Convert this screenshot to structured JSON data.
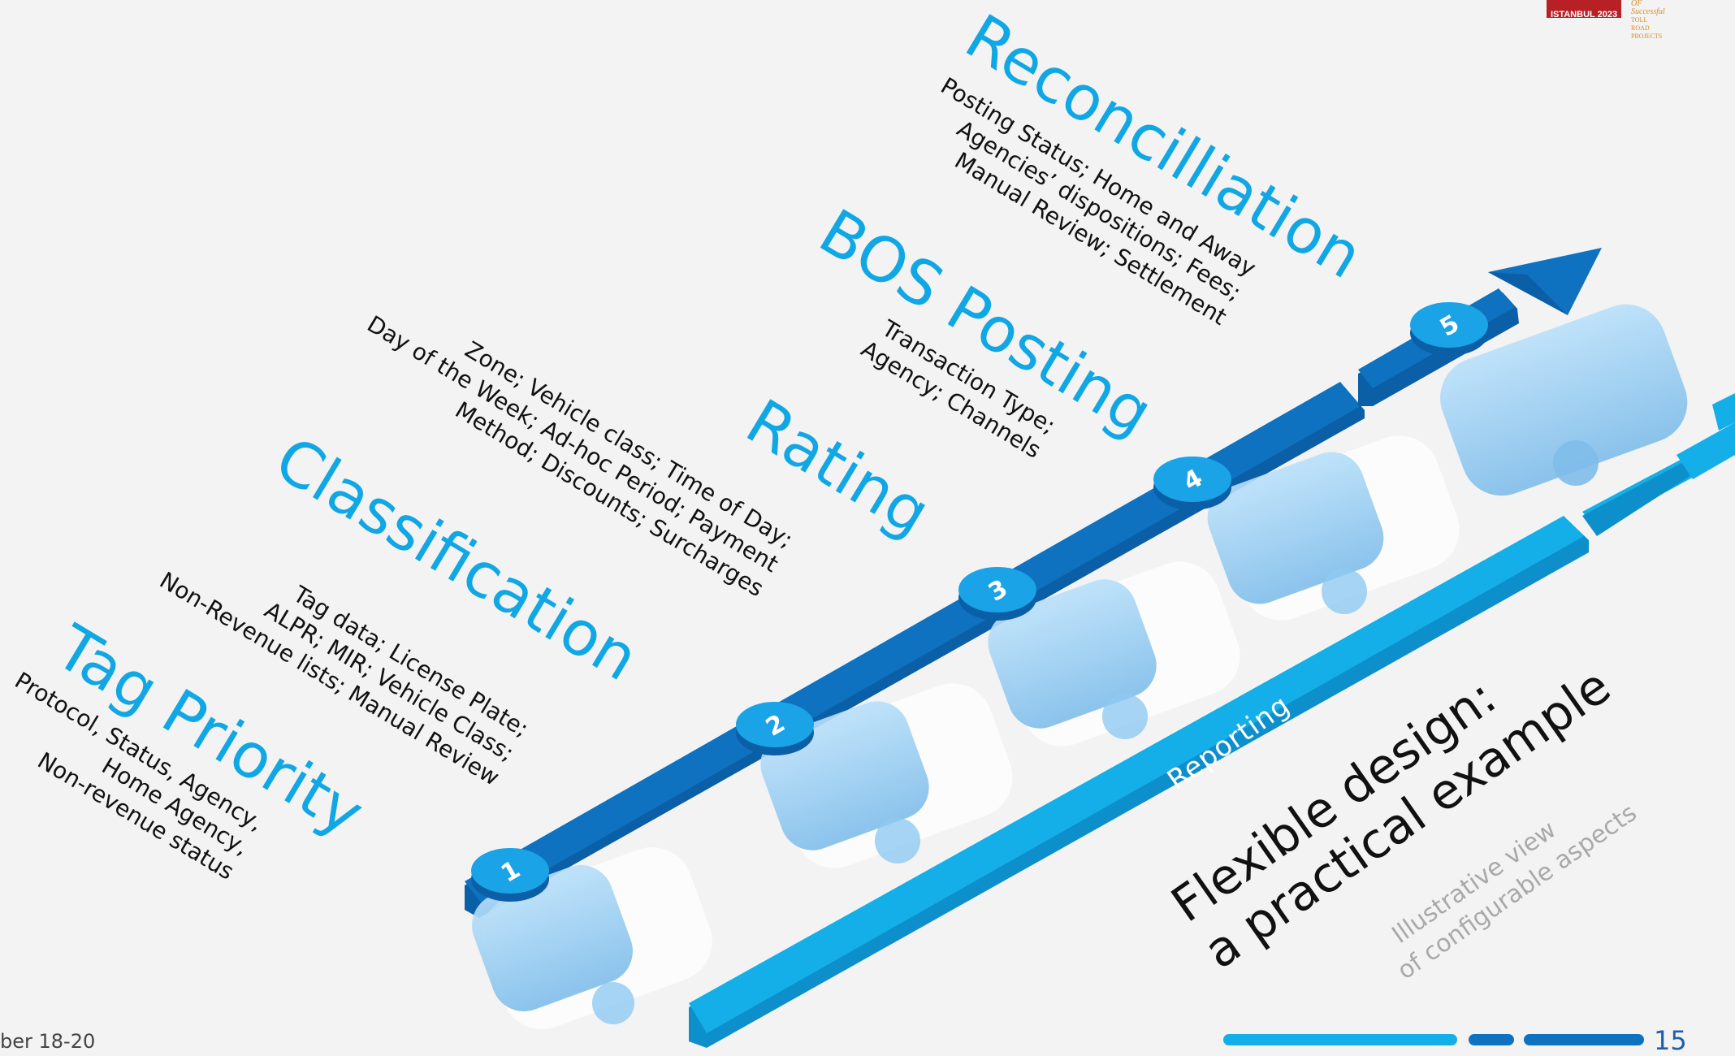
{
  "slide": {
    "footer_date": "ber 18-20",
    "page_number": "15",
    "logo": {
      "city": "ISTANBUL 2023",
      "tagline1": "OF Successful",
      "tagline2": "TOLL ROAD PROJECTS"
    }
  },
  "title": {
    "line1": "Flexible design:",
    "line2": "a practical example"
  },
  "subtitle": {
    "line1": "Illustrative view",
    "line2": "of configurable aspects"
  },
  "reporting_label": "Reporting",
  "steps": [
    {
      "number": "1",
      "heading": "Tag Priority",
      "lines": [
        "Protocol, Status, Agency,",
        "Home Agency,",
        "Non-revenue status"
      ]
    },
    {
      "number": "2",
      "heading": "Classification",
      "lines": [
        "Tag data; License Plate;",
        "ALPR; MIR; Vehicle Class;",
        "Non-Revenue lists; Manual Review"
      ]
    },
    {
      "number": "3",
      "heading": "Rating",
      "lines": [
        "Zone; Vehicle class; Time of Day;",
        "Day of the Week; Ad-hoc Period; Payment",
        "Method; Discounts; Surcharges"
      ]
    },
    {
      "number": "4",
      "heading": "BOS Posting",
      "lines": [
        "Transaction Type;",
        "Agency; Channels"
      ]
    },
    {
      "number": "5",
      "heading": "Reconcilliation",
      "lines": [
        "Posting Status; Home and Away",
        "Agencies’ dispositions; Fees;",
        "Manual Review; Settlement"
      ]
    }
  ],
  "colors": {
    "accent": "#10a7e4",
    "dark_blue": "#0b6bb8",
    "light_blue": "#14aee8",
    "car": "#8ec9f3"
  }
}
